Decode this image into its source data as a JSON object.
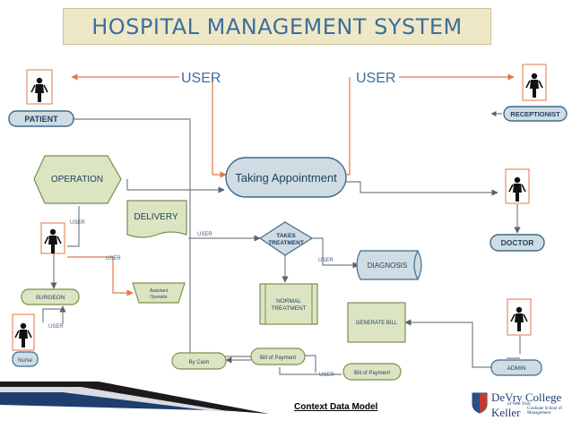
{
  "title": "HOSPITAL MANAGEMENT SYSTEM",
  "caption": "Context Data Model",
  "logo": {
    "line1": "DeVry College",
    "line1_sub": "of New York",
    "line2": "Keller",
    "line2_sub": "Graduate School of Management"
  },
  "colors": {
    "line": "#7a7f85",
    "entity_fill": "#cfdce3",
    "entity_stroke": "#3f6a8c",
    "process_fill": "#dce5c2",
    "process_stroke": "#7a8f50",
    "accent_arrow": "#e0774a",
    "title_text": "#3b6e9e",
    "title_bg": "#efe8c6"
  },
  "labels": {
    "user_left": "USER",
    "user_right": "USER",
    "patient": "PATIENT",
    "receptionist": "RECEPTIONIST",
    "operation": "OPERATION",
    "taking_appointment": "Taking Appointment",
    "delivery": "DELIVERY",
    "takes_treatment_1": "TAKES",
    "takes_treatment_2": "TREATMENT",
    "doctor": "DOCTOR",
    "diagnosis": "DIAGNOSIS",
    "normal_treatment_1": "NORMAL",
    "normal_treatment_2": "TREATMENT",
    "generate_bill": "GENERATE BILL",
    "surgeon": "SURGEON",
    "assistant_op_1": "Assistant",
    "assistant_op_2": "Operatio",
    "nurse": "Nurse",
    "by_cash": "By Cash",
    "bill_of_payment_1": "Bill of Payment",
    "bill_of_payment_2": "Bill of Payment",
    "admin": "ADMIN",
    "user_small_1": "USER",
    "user_small_2": "USER",
    "user_small_3": "USER",
    "user_small_4": "USER",
    "user_small_5": "USER",
    "user_small_6": "USER"
  }
}
